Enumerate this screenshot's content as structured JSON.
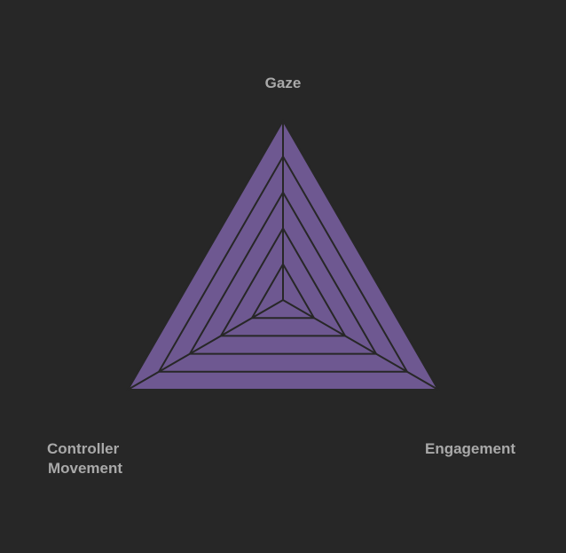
{
  "chart_data": {
    "type": "radar",
    "axes": [
      {
        "name": "Gaze",
        "label_lines": [
          "Gaze"
        ]
      },
      {
        "name": "Engagement",
        "label_lines": [
          "Engagement"
        ]
      },
      {
        "name": "Controller Movement",
        "label_lines": [
          "Controller",
          "Movement"
        ]
      }
    ],
    "range": [
      0,
      1
    ],
    "grid_levels": 5,
    "series": [
      {
        "values": [
          1,
          1,
          1
        ],
        "color": "#6e5891"
      }
    ],
    "grid_color": "#272727",
    "label_color": "#a9a9a9",
    "background": "#272727",
    "legend": "none"
  }
}
